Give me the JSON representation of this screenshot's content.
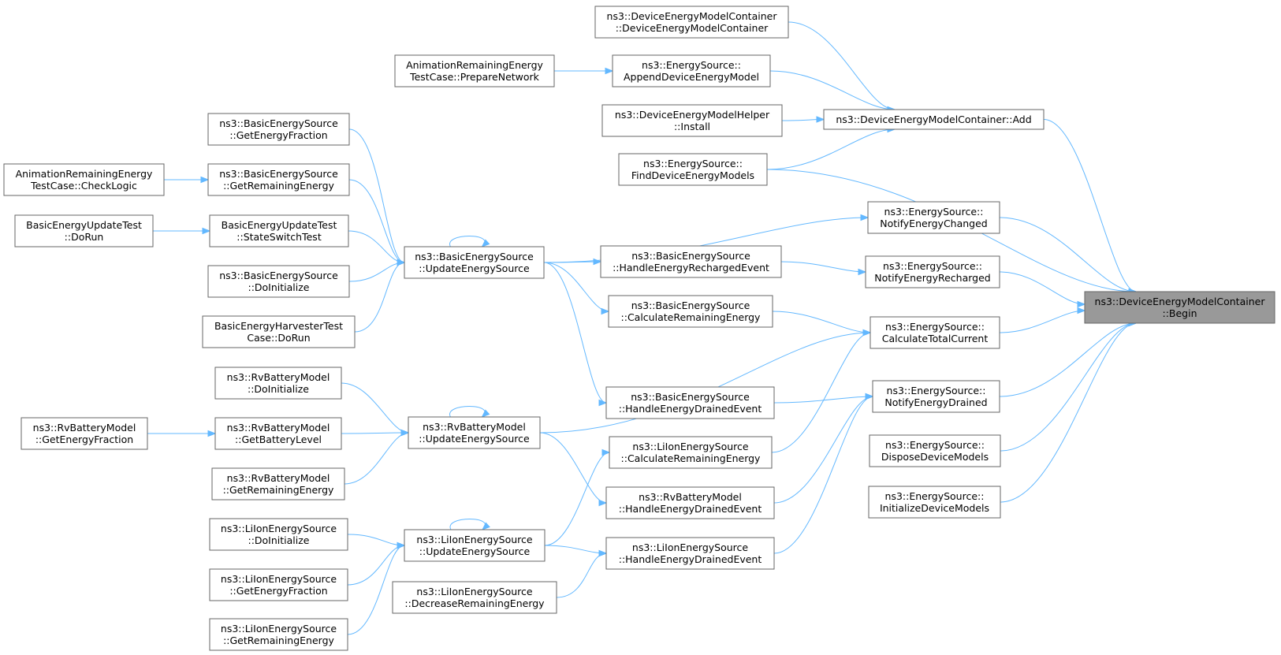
{
  "nodes": [
    {
      "id": "begin",
      "lines": [
        "ns3::DeviceEnergyModelContainer",
        "::Begin"
      ]
    },
    {
      "id": "add",
      "lines": [
        "ns3::DeviceEnergyModelContainer::Add"
      ]
    },
    {
      "id": "notifyChanged",
      "lines": [
        "ns3::EnergySource::",
        "NotifyEnergyChanged"
      ]
    },
    {
      "id": "notifyRecharged",
      "lines": [
        "ns3::EnergySource::",
        "NotifyEnergyRecharged"
      ]
    },
    {
      "id": "calcTotal",
      "lines": [
        "ns3::EnergySource::",
        "CalculateTotalCurrent"
      ]
    },
    {
      "id": "notifyDrained",
      "lines": [
        "ns3::EnergySource::",
        "NotifyEnergyDrained"
      ]
    },
    {
      "id": "dispose",
      "lines": [
        "ns3::EnergySource::",
        "DisposeDeviceModels"
      ]
    },
    {
      "id": "initDev",
      "lines": [
        "ns3::EnergySource::",
        "InitializeDeviceModels"
      ]
    },
    {
      "id": "demcCtor",
      "lines": [
        "ns3::DeviceEnergyModelContainer",
        "::DeviceEnergyModelContainer"
      ]
    },
    {
      "id": "appendDem",
      "lines": [
        "ns3::EnergySource::",
        "AppendDeviceEnergyModel"
      ]
    },
    {
      "id": "demHelper",
      "lines": [
        "ns3::DeviceEnergyModelHelper",
        "::Install"
      ]
    },
    {
      "id": "findDem",
      "lines": [
        "ns3::EnergySource::",
        "FindDeviceEnergyModels"
      ]
    },
    {
      "id": "animPrep",
      "lines": [
        "AnimationRemainingEnergy",
        "TestCase::PrepareNetwork"
      ]
    },
    {
      "id": "besHandleRecharged",
      "lines": [
        "ns3::BasicEnergySource",
        "::HandleEnergyRechargedEvent"
      ]
    },
    {
      "id": "besCalcRemaining",
      "lines": [
        "ns3::BasicEnergySource",
        "::CalculateRemainingEnergy"
      ]
    },
    {
      "id": "besHandleDrained",
      "lines": [
        "ns3::BasicEnergySource",
        "::HandleEnergyDrainedEvent"
      ]
    },
    {
      "id": "liCalcRemaining",
      "lines": [
        "ns3::LiIonEnergySource",
        "::CalculateRemainingEnergy"
      ]
    },
    {
      "id": "rvHandleDrained",
      "lines": [
        "ns3::RvBatteryModel",
        "::HandleEnergyDrainedEvent"
      ]
    },
    {
      "id": "liHandleDrained",
      "lines": [
        "ns3::LiIonEnergySource",
        "::HandleEnergyDrainedEvent"
      ]
    },
    {
      "id": "liDecrease",
      "lines": [
        "ns3::LiIonEnergySource",
        "::DecreaseRemainingEnergy"
      ]
    },
    {
      "id": "besUpdate",
      "lines": [
        "ns3::BasicEnergySource",
        "::UpdateEnergySource"
      ]
    },
    {
      "id": "rvUpdate",
      "lines": [
        "ns3::RvBatteryModel",
        "::UpdateEnergySource"
      ]
    },
    {
      "id": "liUpdate",
      "lines": [
        "ns3::LiIonEnergySource",
        "::UpdateEnergySource"
      ]
    },
    {
      "id": "besGetFraction",
      "lines": [
        "ns3::BasicEnergySource",
        "::GetEnergyFraction"
      ]
    },
    {
      "id": "besGetRemaining",
      "lines": [
        "ns3::BasicEnergySource",
        "::GetRemainingEnergy"
      ]
    },
    {
      "id": "beutStateSwitch",
      "lines": [
        "BasicEnergyUpdateTest",
        "::StateSwitchTest"
      ]
    },
    {
      "id": "besDoInit",
      "lines": [
        "ns3::BasicEnergySource",
        "::DoInitialize"
      ]
    },
    {
      "id": "behtDoRun",
      "lines": [
        "BasicEnergyHarvesterTest",
        "Case::DoRun"
      ]
    },
    {
      "id": "rvDoInit",
      "lines": [
        "ns3::RvBatteryModel",
        "::DoInitialize"
      ]
    },
    {
      "id": "rvGetBattery",
      "lines": [
        "ns3::RvBatteryModel",
        "::GetBatteryLevel"
      ]
    },
    {
      "id": "rvGetRemaining",
      "lines": [
        "ns3::RvBatteryModel",
        "::GetRemainingEnergy"
      ]
    },
    {
      "id": "liDoInit",
      "lines": [
        "ns3::LiIonEnergySource",
        "::DoInitialize"
      ]
    },
    {
      "id": "liGetFraction",
      "lines": [
        "ns3::LiIonEnergySource",
        "::GetEnergyFraction"
      ]
    },
    {
      "id": "liGetRemaining",
      "lines": [
        "ns3::LiIonEnergySource",
        "::GetRemainingEnergy"
      ]
    },
    {
      "id": "animCheck",
      "lines": [
        "AnimationRemainingEnergy",
        "TestCase::CheckLogic"
      ]
    },
    {
      "id": "beutDoRun",
      "lines": [
        "BasicEnergyUpdateTest",
        "::DoRun"
      ]
    },
    {
      "id": "rvGetFraction",
      "lines": [
        "ns3::RvBatteryModel",
        "::GetEnergyFraction"
      ]
    }
  ],
  "edges": [
    [
      "add",
      "begin"
    ],
    [
      "notifyChanged",
      "begin"
    ],
    [
      "notifyRecharged",
      "begin"
    ],
    [
      "calcTotal",
      "begin"
    ],
    [
      "notifyDrained",
      "begin"
    ],
    [
      "dispose",
      "begin"
    ],
    [
      "initDev",
      "begin"
    ],
    [
      "findDem",
      "begin"
    ],
    [
      "demcCtor",
      "add"
    ],
    [
      "appendDem",
      "add"
    ],
    [
      "demHelper",
      "add"
    ],
    [
      "findDem",
      "add"
    ],
    [
      "animPrep",
      "appendDem"
    ],
    [
      "besHandleRecharged",
      "notifyRecharged"
    ],
    [
      "besCalcRemaining",
      "calcTotal"
    ],
    [
      "liCalcRemaining",
      "calcTotal"
    ],
    [
      "rvUpdate",
      "calcTotal"
    ],
    [
      "besHandleDrained",
      "notifyDrained"
    ],
    [
      "rvHandleDrained",
      "notifyDrained"
    ],
    [
      "liHandleDrained",
      "notifyDrained"
    ],
    [
      "besUpdate",
      "notifyChanged"
    ],
    [
      "besUpdate",
      "besHandleRecharged"
    ],
    [
      "besUpdate",
      "besCalcRemaining"
    ],
    [
      "besUpdate",
      "besHandleDrained"
    ],
    [
      "besUpdate",
      "besUpdate"
    ],
    [
      "rvUpdate",
      "rvHandleDrained"
    ],
    [
      "rvUpdate",
      "rvUpdate"
    ],
    [
      "liUpdate",
      "liCalcRemaining"
    ],
    [
      "liUpdate",
      "liHandleDrained"
    ],
    [
      "liUpdate",
      "liUpdate"
    ],
    [
      "liDecrease",
      "liHandleDrained"
    ],
    [
      "besGetFraction",
      "besUpdate"
    ],
    [
      "besGetRemaining",
      "besUpdate"
    ],
    [
      "beutStateSwitch",
      "besUpdate"
    ],
    [
      "besDoInit",
      "besUpdate"
    ],
    [
      "behtDoRun",
      "besUpdate"
    ],
    [
      "rvDoInit",
      "rvUpdate"
    ],
    [
      "rvGetBattery",
      "rvUpdate"
    ],
    [
      "rvGetRemaining",
      "rvUpdate"
    ],
    [
      "liDoInit",
      "liUpdate"
    ],
    [
      "liGetFraction",
      "liUpdate"
    ],
    [
      "liGetRemaining",
      "liUpdate"
    ],
    [
      "animCheck",
      "besGetRemaining"
    ],
    [
      "beutDoRun",
      "beutStateSwitch"
    ],
    [
      "rvGetFraction",
      "rvGetBattery"
    ]
  ],
  "colors": {
    "edge": "#63b8ff",
    "node_border": "#666666",
    "focus_fill": "#999999"
  }
}
